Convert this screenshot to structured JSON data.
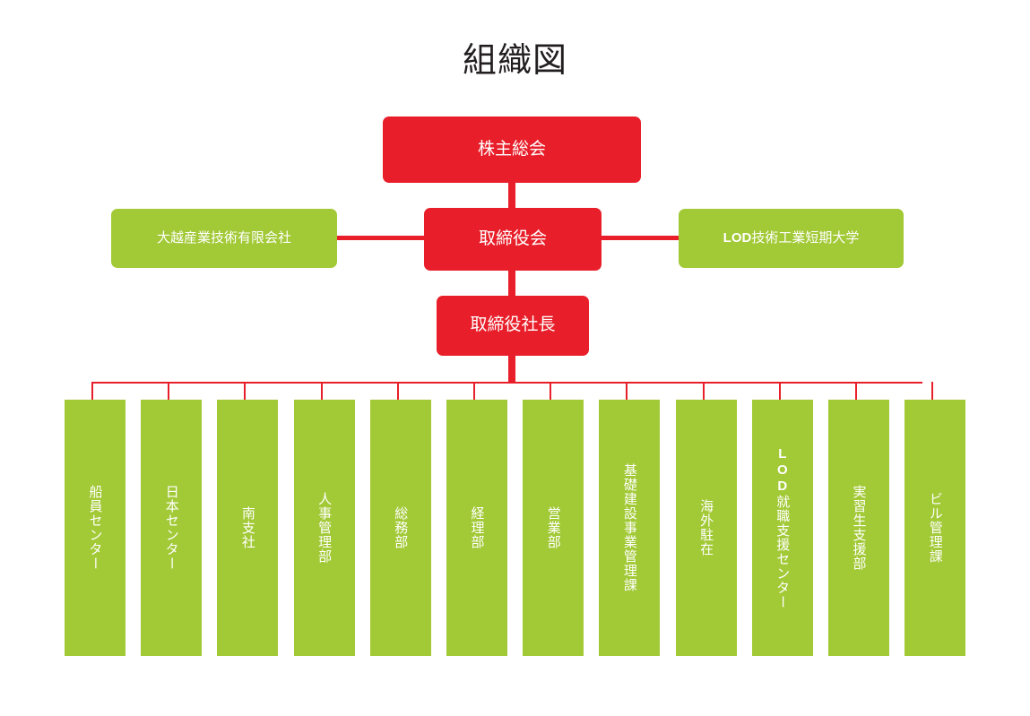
{
  "page": {
    "title": "組織図",
    "background": "#ffffff",
    "colors": {
      "red": "#E81F2A",
      "green": "#A2C936",
      "text_dark": "#231f20",
      "text_light": "#ffffff"
    }
  },
  "nodes": {
    "shareholders": {
      "label": "株主総会",
      "color": "#E81F2A"
    },
    "board": {
      "label": "取締役会",
      "color": "#E81F2A"
    },
    "president": {
      "label": "取締役社長",
      "color": "#E81F2A"
    },
    "affiliate_left": {
      "label": "大越産業技術有限会社",
      "color": "#A2C936"
    },
    "affiliate_right": {
      "label_bold": "LOD",
      "label_rest": "技術工業短期大学",
      "color": "#A2C936"
    }
  },
  "departments": [
    {
      "label": "船員センター"
    },
    {
      "label": "日本センター"
    },
    {
      "label": "南支社"
    },
    {
      "label": "人事管理部"
    },
    {
      "label": "総務部"
    },
    {
      "label": "経理部"
    },
    {
      "label": "営業部"
    },
    {
      "label": "基礎建設事業管理課"
    },
    {
      "label": "海外駐在"
    },
    {
      "label_bold": "LOD",
      "label_rest": "就職支援センター"
    },
    {
      "label": "実習生支援部"
    },
    {
      "label": "ビル管理課"
    }
  ]
}
